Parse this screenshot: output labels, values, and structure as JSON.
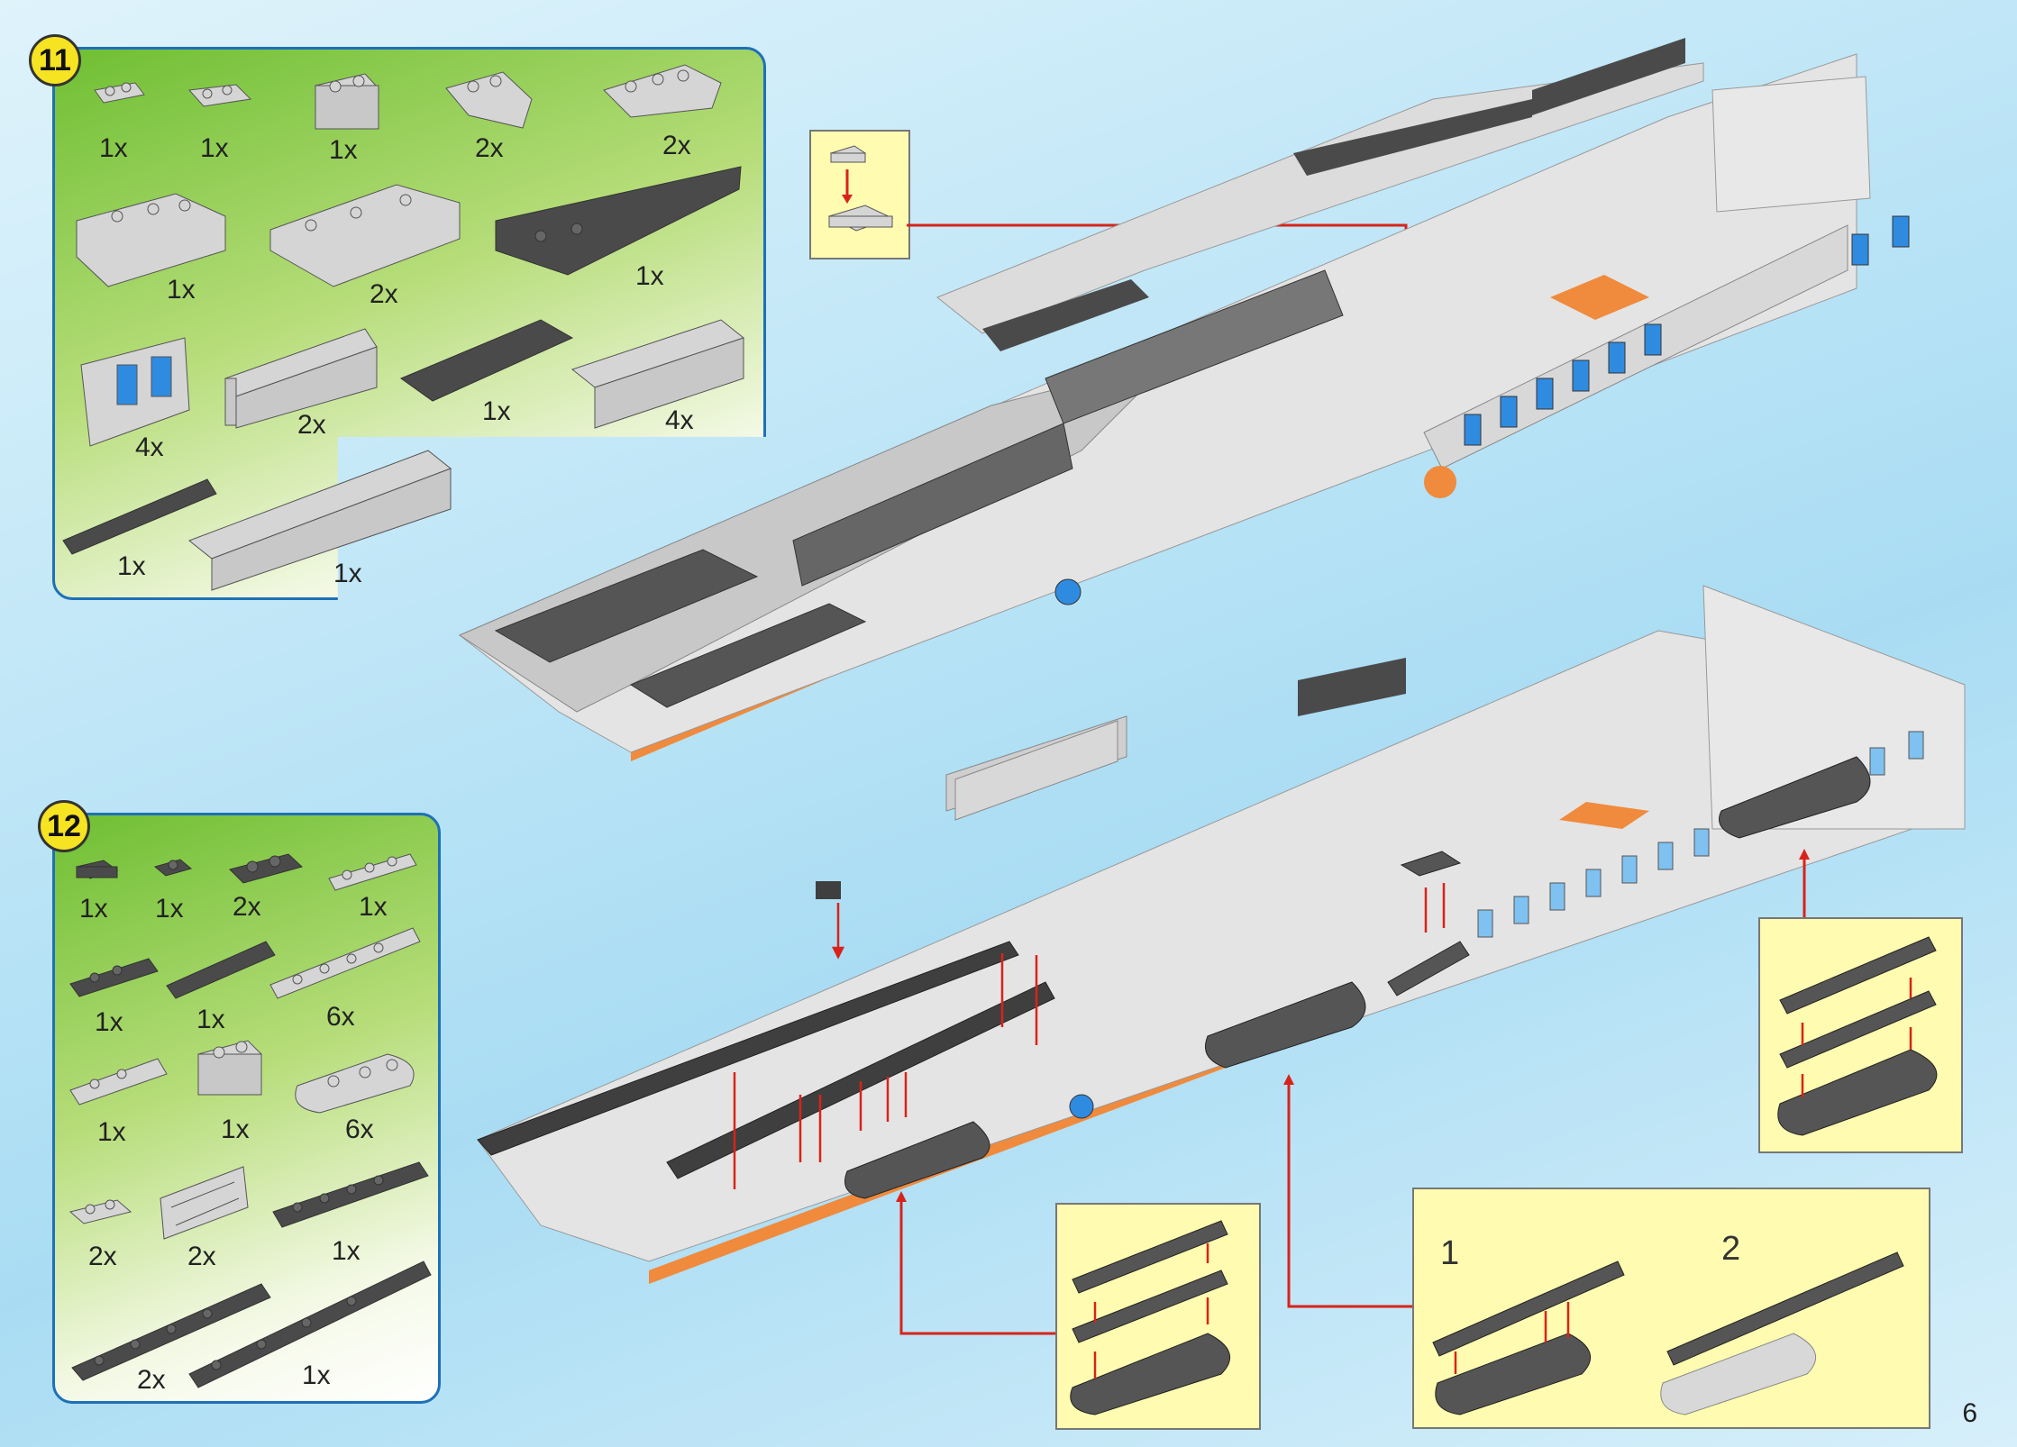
{
  "page": {
    "number": "6"
  },
  "step11": {
    "number": "11",
    "quantities": [
      "1x",
      "1x",
      "1x",
      "2x",
      "2x",
      "1x",
      "2x",
      "1x",
      "4x",
      "2x",
      "1x",
      "4x",
      "1x",
      "1x"
    ]
  },
  "step12": {
    "number": "12",
    "quantities": [
      "1x",
      "1x",
      "2x",
      "1x",
      "1x",
      "1x",
      "6x",
      "1x",
      "1x",
      "6x",
      "2x",
      "2x",
      "1x",
      "2x",
      "1x"
    ]
  },
  "subassembly": {
    "stage1": "1",
    "stage2": "2"
  },
  "colors": {
    "panel_green": "#6fbf33",
    "panel_border": "#1e70b8",
    "callout_bg": "#fffbb0",
    "arrow_red": "#d8231a",
    "brick_light": "#d8d8d8",
    "brick_dark": "#555555",
    "accent_orange": "#f08a3c",
    "window_blue": "#2f8be0"
  }
}
